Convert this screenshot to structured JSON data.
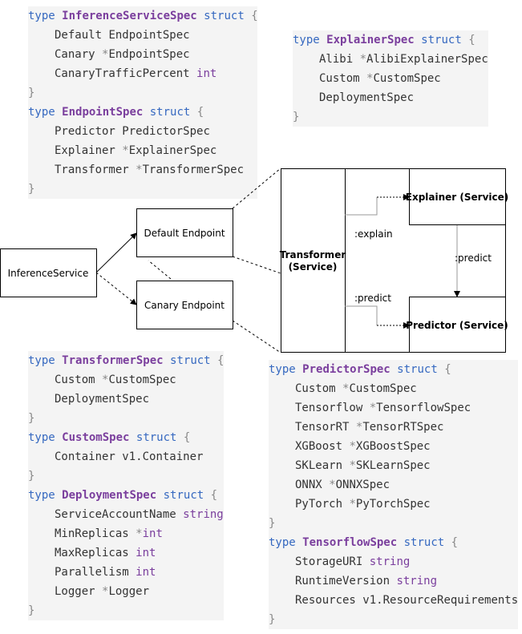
{
  "code": {
    "inference_service_spec": {
      "header": {
        "kw": "type",
        "name": "InferenceServiceSpec",
        "tail": "struct",
        "brace": "{"
      },
      "fields": [
        {
          "name": "Default",
          "ptr": "",
          "type": "EndpointSpec"
        },
        {
          "name": "Canary",
          "ptr": "*",
          "type": "EndpointSpec"
        },
        {
          "name": "CanaryTrafficPercent",
          "ptr": "",
          "type": "int",
          "prim": true
        }
      ],
      "close": "}"
    },
    "endpoint_spec": {
      "header": {
        "kw": "type",
        "name": "EndpointSpec",
        "tail": "struct",
        "brace": "{"
      },
      "fields": [
        {
          "name": "Predictor",
          "ptr": "",
          "type": "PredictorSpec"
        },
        {
          "name": "Explainer",
          "ptr": "*",
          "type": "ExplainerSpec"
        },
        {
          "name": "Transformer",
          "ptr": "*",
          "type": "TransformerSpec"
        }
      ],
      "close": "}"
    },
    "explainer_spec": {
      "header": {
        "kw": "type",
        "name": "ExplainerSpec",
        "tail": "struct",
        "brace": "{"
      },
      "fields": [
        {
          "name": "Alibi",
          "ptr": "*",
          "type": "AlibiExplainerSpec"
        },
        {
          "name": "Custom",
          "ptr": "*",
          "type": "CustomSpec"
        },
        {
          "name": "",
          "ptr": "",
          "type": "DeploymentSpec"
        }
      ],
      "close": "}"
    },
    "transformer_spec": {
      "header": {
        "kw": "type",
        "name": "TransformerSpec",
        "tail": "struct",
        "brace": "{"
      },
      "fields": [
        {
          "name": "Custom",
          "ptr": "*",
          "type": "CustomSpec"
        },
        {
          "name": "",
          "ptr": "",
          "type": "DeploymentSpec"
        }
      ],
      "close": "}"
    },
    "custom_spec": {
      "header": {
        "kw": "type",
        "name": "CustomSpec",
        "tail": "struct",
        "brace": "{"
      },
      "fields": [
        {
          "name": "Container",
          "ptr": "",
          "type": "v1.Container"
        }
      ],
      "close": "}"
    },
    "deployment_spec": {
      "header": {
        "kw": "type",
        "name": "DeploymentSpec",
        "tail": "struct",
        "brace": "{"
      },
      "fields": [
        {
          "name": "ServiceAccountName",
          "ptr": "",
          "type": "string",
          "prim": true
        },
        {
          "name": "MinReplicas",
          "ptr": "*",
          "type": "int",
          "prim": true
        },
        {
          "name": "MaxReplicas",
          "ptr": "",
          "type": "int",
          "prim": true
        },
        {
          "name": "Parallelism",
          "ptr": "",
          "type": "int",
          "prim": true
        },
        {
          "name": "Logger",
          "ptr": "*",
          "type": "Logger"
        }
      ],
      "close": "}"
    },
    "predictor_spec": {
      "header": {
        "kw": "type",
        "name": "PredictorSpec",
        "tail": "struct",
        "brace": "{"
      },
      "fields": [
        {
          "name": "Custom",
          "ptr": "*",
          "type": "CustomSpec"
        },
        {
          "name": "Tensorflow",
          "ptr": "*",
          "type": "TensorflowSpec"
        },
        {
          "name": "TensorRT",
          "ptr": "*",
          "type": "TensorRTSpec"
        },
        {
          "name": "XGBoost",
          "ptr": "*",
          "type": "XGBoostSpec"
        },
        {
          "name": "SKLearn",
          "ptr": "*",
          "type": "SKLearnSpec"
        },
        {
          "name": "ONNX",
          "ptr": "*",
          "type": "ONNXSpec"
        },
        {
          "name": "PyTorch",
          "ptr": "*",
          "type": "PyTorchSpec"
        }
      ],
      "close": "}"
    },
    "tensorflow_spec": {
      "header": {
        "kw": "type",
        "name": "TensorflowSpec",
        "tail": "struct",
        "brace": "{"
      },
      "fields": [
        {
          "name": "StorageURI",
          "ptr": "",
          "type": "string",
          "prim": true
        },
        {
          "name": "RuntimeVersion",
          "ptr": "",
          "type": "string",
          "prim": true
        },
        {
          "name": "Resources",
          "ptr": "",
          "type": "v1.ResourceRequirements"
        }
      ],
      "close": "}"
    }
  },
  "diagram": {
    "inference_service": "InferenceService",
    "default_endpoint": "Default Endpoint",
    "canary_endpoint": "Canary Endpoint",
    "transformer_line1": "Transformer",
    "transformer_line2": "(Service)",
    "explainer": "Explainer (Service)",
    "predictor": "Predictor (Service)",
    "explain_edge": ":explain",
    "predict_edge_1": ":predict",
    "predict_edge_2": ":predict"
  },
  "colors": {
    "keyword": "#3568c0",
    "type_name": "#7a3e9d",
    "code_bg": "#f4f4f4"
  }
}
